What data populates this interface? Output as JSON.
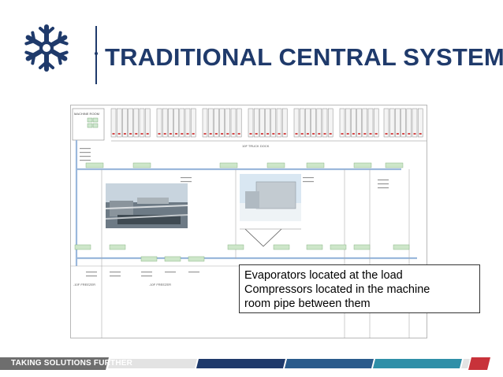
{
  "slide": {
    "title": "TRADITIONAL CENTRAL SYSTEM",
    "logo_icon": "snowflake-icon",
    "colors": {
      "navy": "#1f3a6b",
      "teal": "#2f8fa8",
      "red": "#c8323a",
      "gray": "#6e6e6e"
    }
  },
  "schematic": {
    "machine_room_label": "MACHINE ROOM",
    "truck_dock_label": "10F TRUCK DOCK",
    "freezer_left_label": "-10F FREEZER",
    "freezer_right_label": "-10F FREEZER"
  },
  "callout": {
    "line1": "Evaporators located at the load",
    "line2": "Compressors located in the machine",
    "line3": "room pipe between them"
  },
  "footer": {
    "tagline": "TAKING SOLUTIONS FURTHER"
  }
}
